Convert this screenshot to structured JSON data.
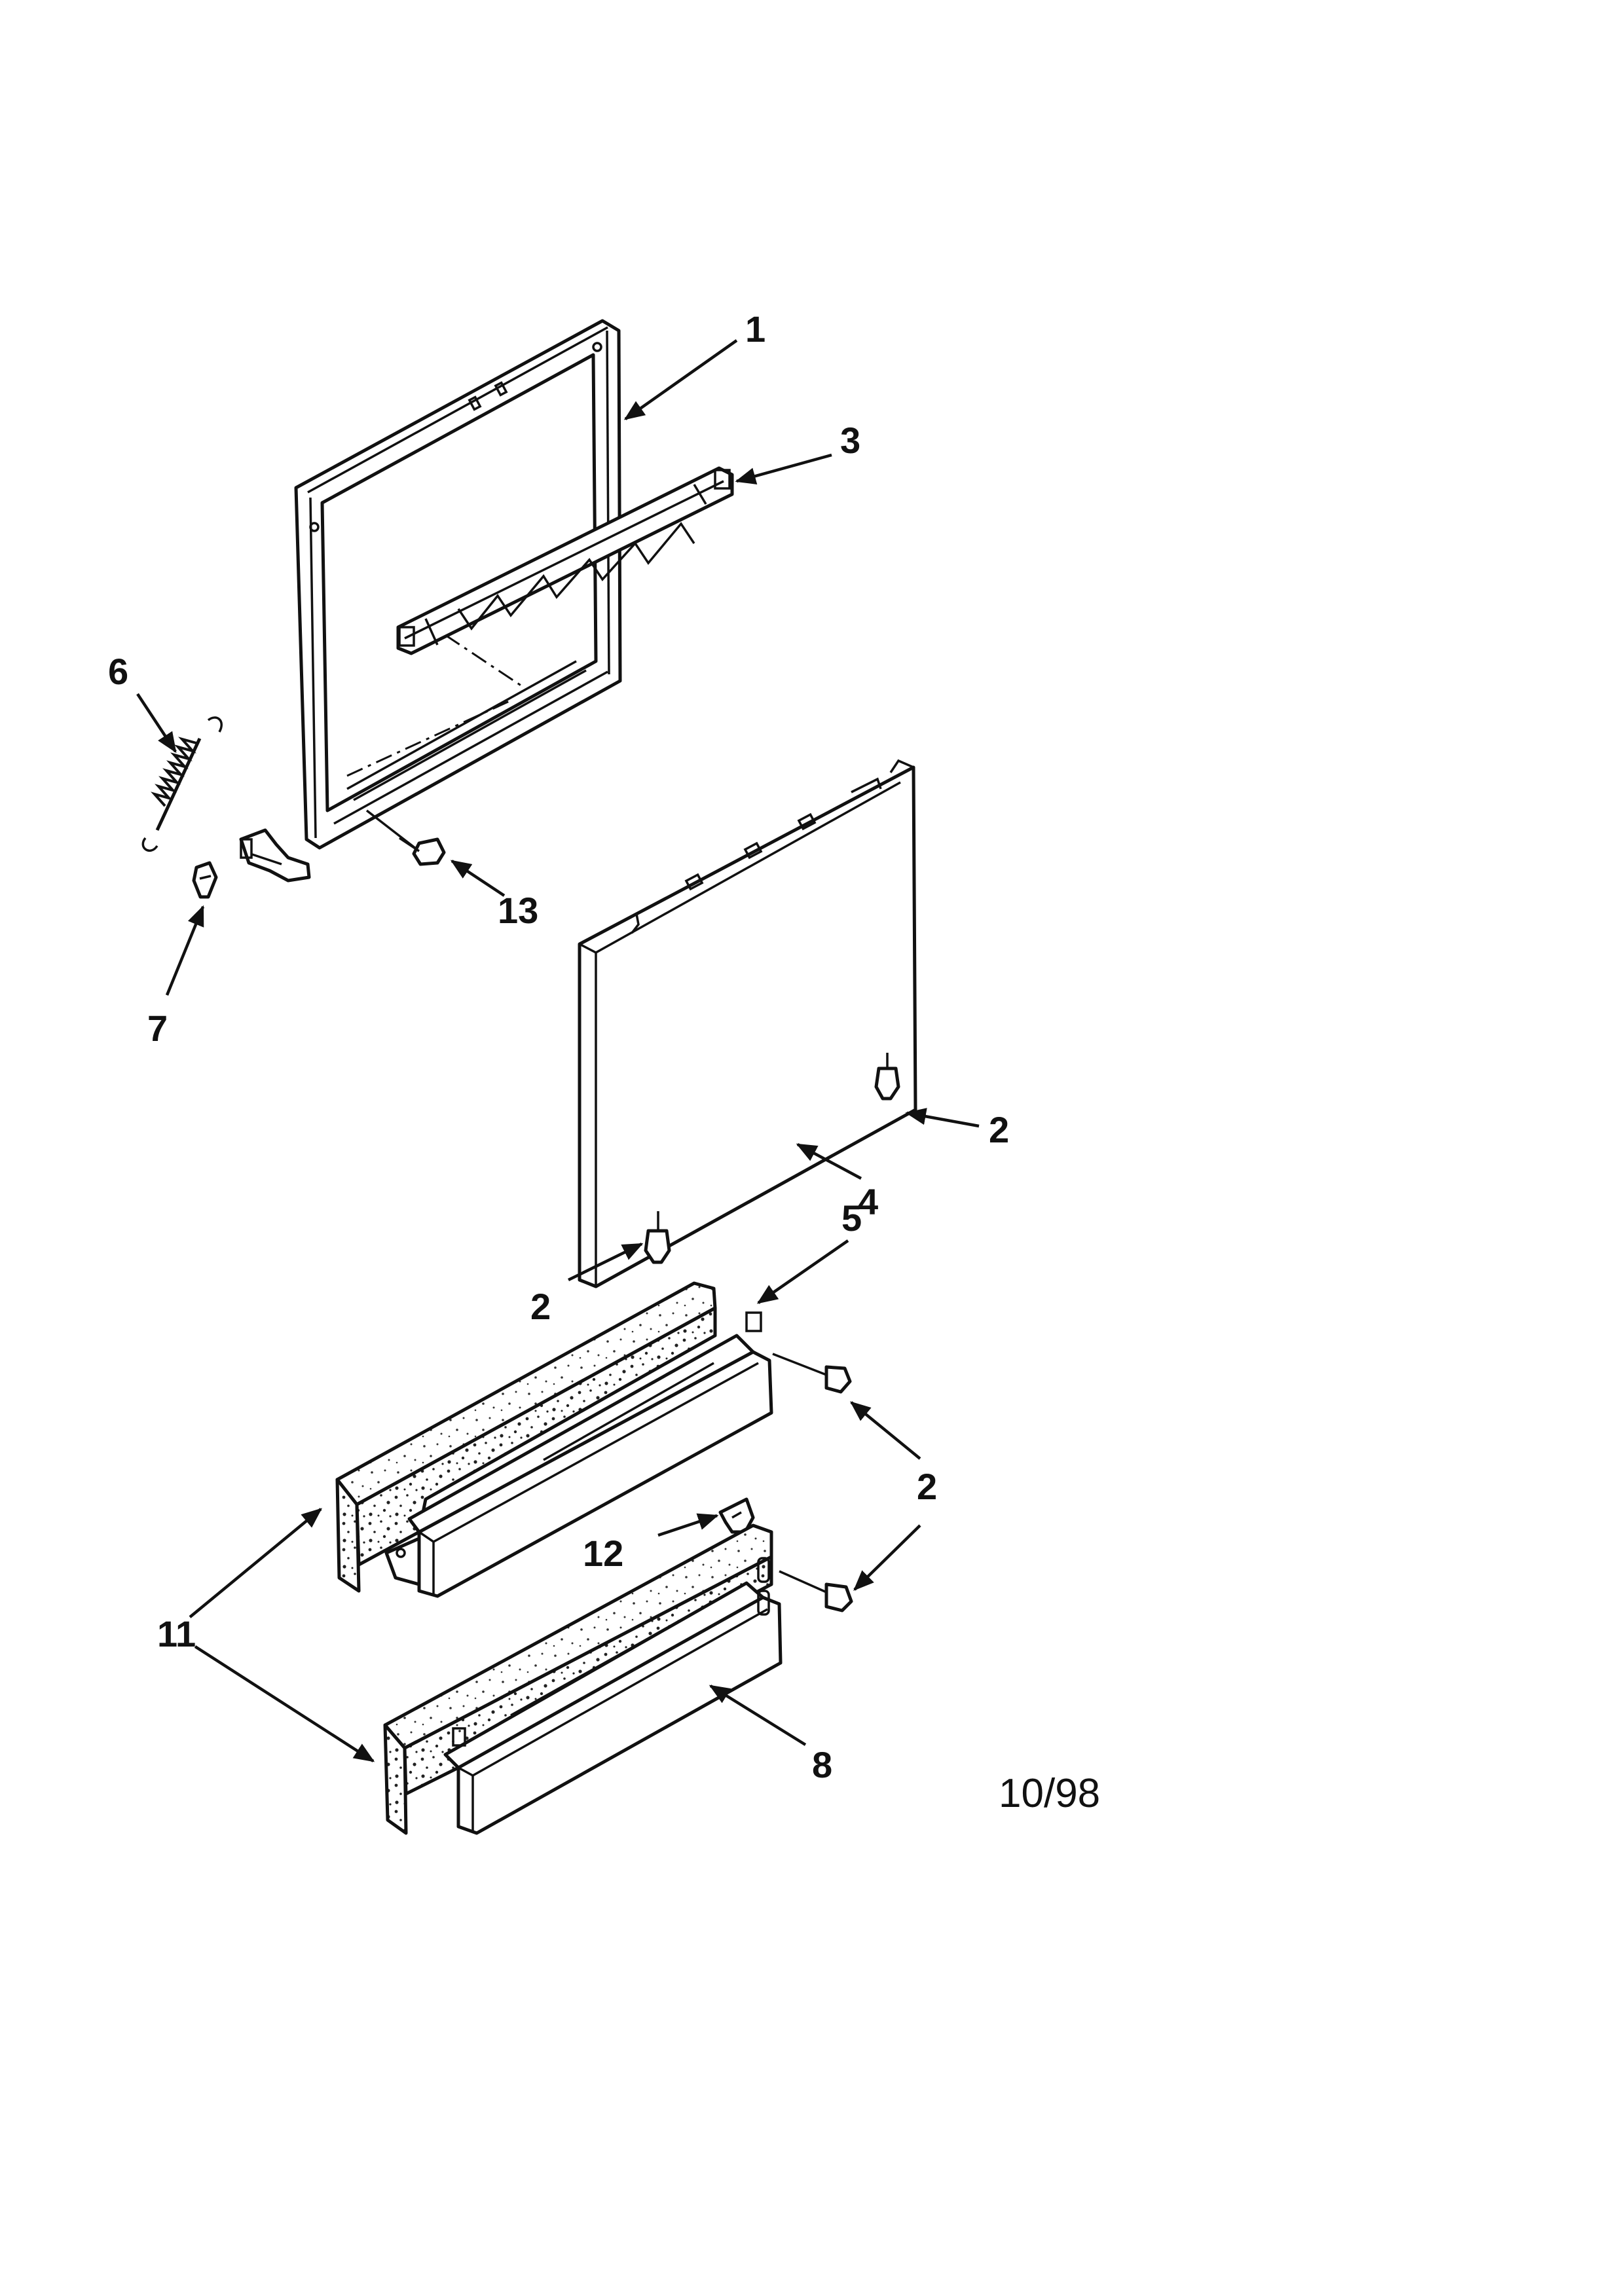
{
  "callouts": [
    {
      "id": "1",
      "label": "1"
    },
    {
      "id": "3",
      "label": "3"
    },
    {
      "id": "6",
      "label": "6"
    },
    {
      "id": "13",
      "label": "13"
    },
    {
      "id": "7",
      "label": "7"
    },
    {
      "id": "2a",
      "label": "2"
    },
    {
      "id": "4",
      "label": "4"
    },
    {
      "id": "5",
      "label": "5"
    },
    {
      "id": "2b",
      "label": "2"
    },
    {
      "id": "2c",
      "label": "2"
    },
    {
      "id": "12",
      "label": "12"
    },
    {
      "id": "11",
      "label": "11"
    },
    {
      "id": "8",
      "label": "8"
    }
  ],
  "date_stamp": "10/98",
  "colors": {
    "ink": "#111111",
    "paper": "#ffffff"
  }
}
